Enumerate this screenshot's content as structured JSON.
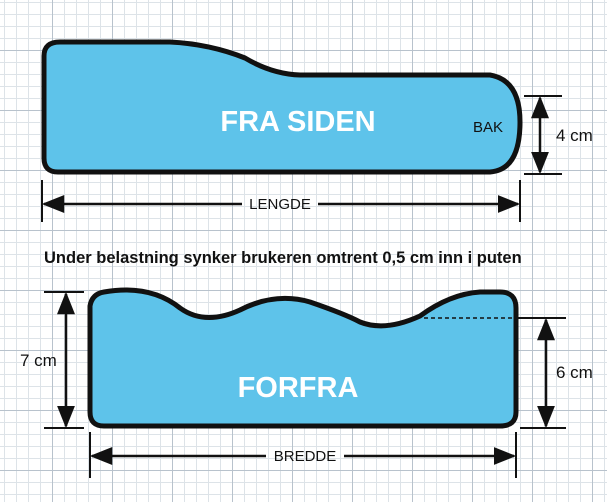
{
  "side_view": {
    "title": "FRA SIDEN",
    "back_label": "BAK",
    "length_label": "LENGDE",
    "height_label": "4 cm"
  },
  "note": "Under belastning synker brukeren omtrent 0,5 cm inn i puten",
  "front_view": {
    "title": "FORFRA",
    "width_label": "BREDDE",
    "height_left_label": "7 cm",
    "height_right_label": "6 cm"
  },
  "colors": {
    "cushion_fill": "#5ec3ea",
    "outline": "#111111",
    "grid": "#b8c2cc"
  }
}
